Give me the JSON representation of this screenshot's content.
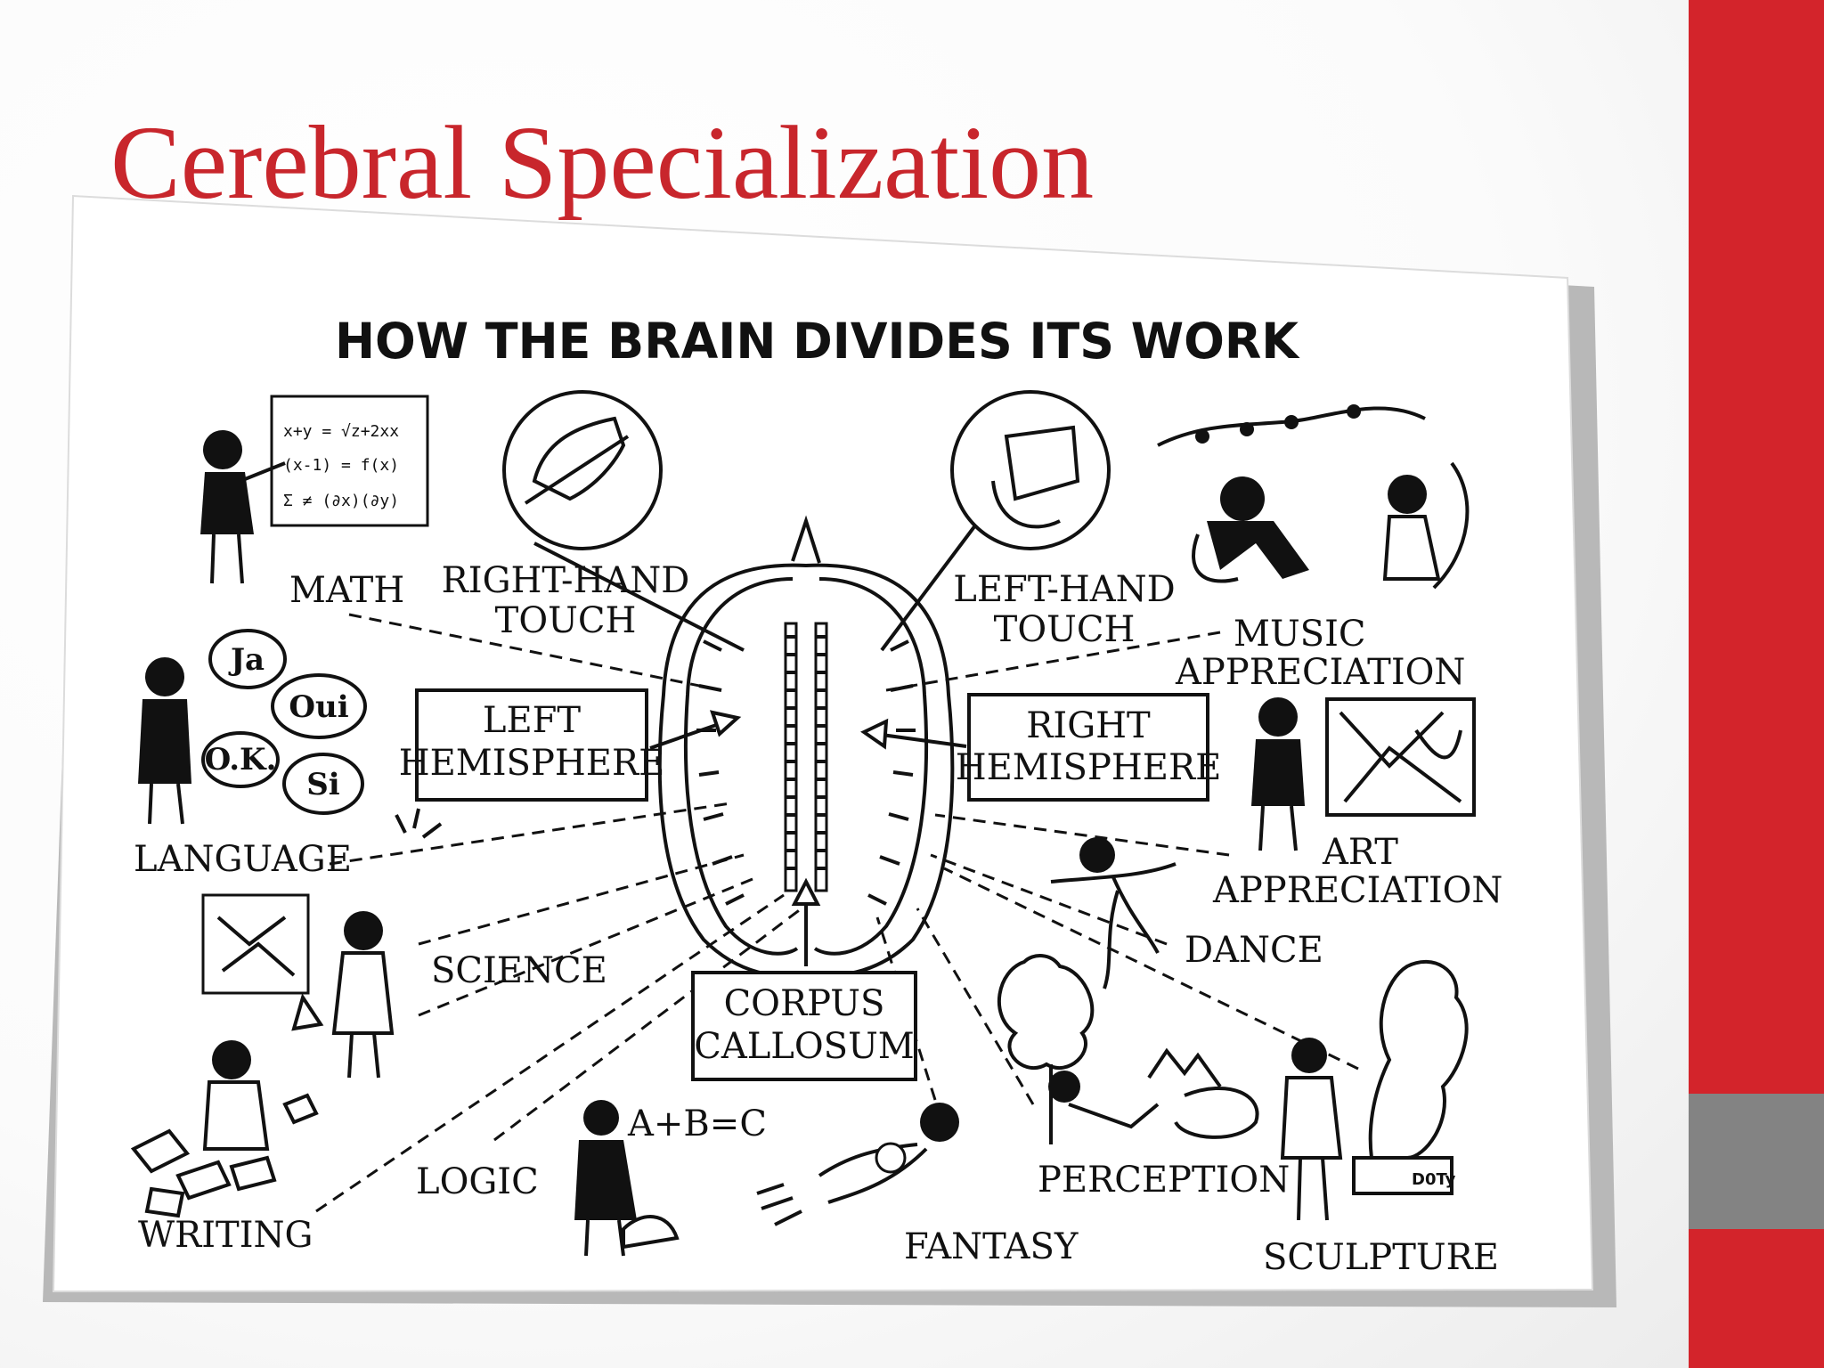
{
  "slide": {
    "title": "Cerebral Specialization",
    "colors": {
      "title": "#c8262c",
      "accent_bar": "#d3242b",
      "accent_bar_gray": "#838383"
    }
  },
  "poster": {
    "heading": "HOW THE BRAIN DIVIDES ITS WORK",
    "labels": {
      "math": "MATH",
      "right_hand_touch": [
        "RIGHT-HAND",
        "TOUCH"
      ],
      "left_hand_touch": [
        "LEFT-HAND",
        "TOUCH"
      ],
      "music_appreciation": [
        "MUSIC",
        "APPRECIATION"
      ],
      "left_hemisphere": [
        "LEFT",
        "HEMISPHERE"
      ],
      "right_hemisphere": [
        "RIGHT",
        "HEMISPHERE"
      ],
      "language": "LANGUAGE",
      "art_appreciation": [
        "ART",
        "APPRECIATION"
      ],
      "science": "SCIENCE",
      "dance": "DANCE",
      "corpus_callosum": [
        "CORPUS",
        "CALLOSUM"
      ],
      "writing": "WRITING",
      "logic": "LOGIC",
      "fantasy": "FANTASY",
      "perception": "PERCEPTION",
      "sculpture": "SCULPTURE"
    },
    "speech_bubbles": [
      "Ja",
      "Oui",
      "O.K.",
      "Si"
    ],
    "logic_formula": "A+B=C",
    "chalkboard_scribbles": [
      "x+y = √z+2xx",
      "(x-1) = f(x)",
      "Σ ≠ (∂x)(∂y)"
    ],
    "sculpture_tag": "D0Ty"
  }
}
